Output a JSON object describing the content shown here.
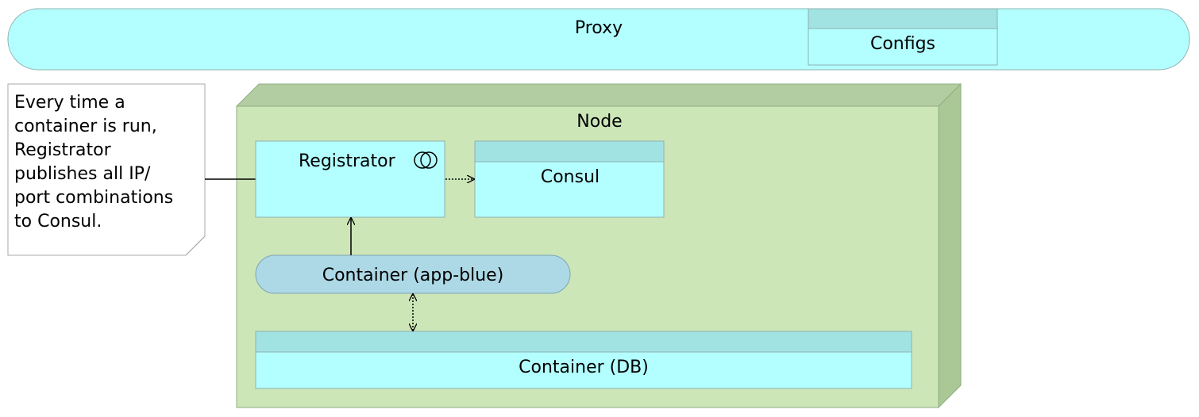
{
  "proxy": {
    "label": "Proxy",
    "configs_label": "Configs"
  },
  "note": {
    "lines": [
      "Every time a",
      "container is run,",
      "Registrator",
      "publishes all IP/",
      "port combinations",
      "to Consul."
    ]
  },
  "node": {
    "label": "Node",
    "registrator_label": "Registrator",
    "consul_label": "Consul",
    "app_container_label": "Container (app-blue)",
    "db_container_label": "Container (DB)"
  },
  "colors": {
    "cyan_fill": "#b3ffff",
    "cyan_header": "#a1e3e3",
    "node_front": "#cce6b8",
    "node_top": "#b3cda2",
    "node_side": "#aac796",
    "app_fill": "#add8e6",
    "stroke": "#8fa8a8"
  },
  "icons": {
    "registrator_icon": "collaboration-icon"
  }
}
